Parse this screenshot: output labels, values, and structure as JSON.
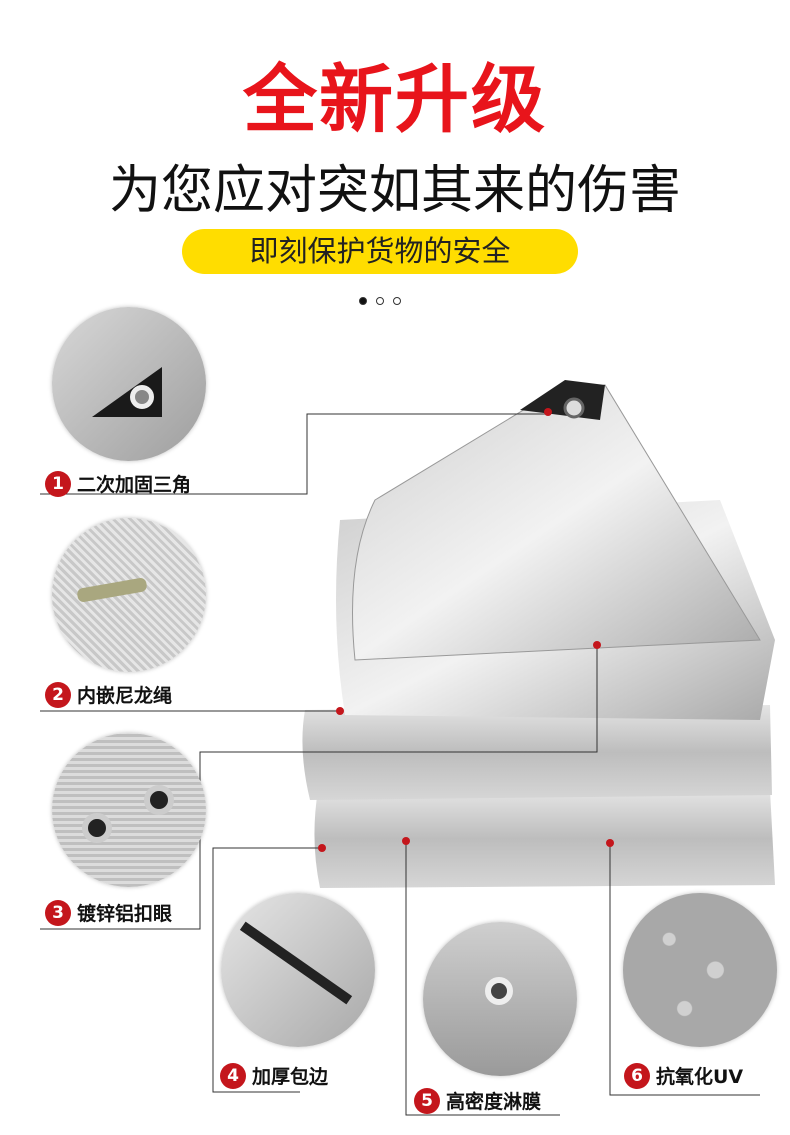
{
  "header": {
    "title": "全新升级",
    "subtitle": "为您应对突如其来的伤害",
    "tagline": "即刻保护货物的安全"
  },
  "carousel": {
    "total": 3,
    "active": 1
  },
  "features": [
    {
      "num": "1",
      "label": "二次加固三角"
    },
    {
      "num": "2",
      "label": "内嵌尼龙绳"
    },
    {
      "num": "3",
      "label": "镀锌铝扣眼"
    },
    {
      "num": "4",
      "label": "加厚包边"
    },
    {
      "num": "5",
      "label": "高密度淋膜"
    },
    {
      "num": "6",
      "label": "抗氧化UV"
    }
  ],
  "colors": {
    "accent": "#e8141b",
    "badge": "#c4161c",
    "pill": "#ffdd00"
  }
}
